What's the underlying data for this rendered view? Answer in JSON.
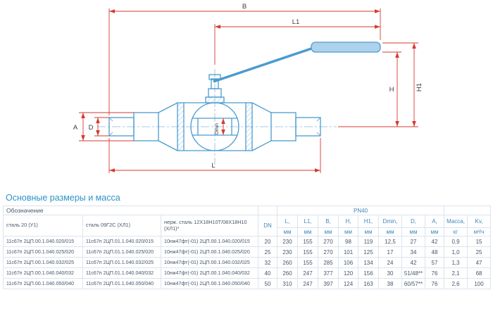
{
  "drawing": {
    "dim_labels": {
      "b": "B",
      "l1": "L1",
      "h": "H",
      "h1": "H1",
      "a": "A",
      "d": "D",
      "dmin": "Dmin",
      "l": "L"
    },
    "colors": {
      "dimension": "#d63a2f",
      "body": "#4a9bd0"
    }
  },
  "table": {
    "title": "Основные размеры и масса",
    "columns": {
      "designation": "Обозначение",
      "pn40": "PN40",
      "steel": [
        "сталь 20 (У1)",
        "сталь 09Г2С (ХЛ1)",
        "нерж. сталь 12Х18Н10Т/08Х18Н10 (ХЛ1)*"
      ],
      "dn": "DN",
      "dims": [
        "L,",
        "L1,",
        "B,",
        "H,",
        "H1,",
        "Dmin,",
        "D,",
        "A,"
      ],
      "mm": "мм",
      "mass": "Масса,",
      "kg": "кг",
      "kv": "Kv,",
      "kv_unit": "м³/ч"
    },
    "rows": [
      [
        "11с67п 2ЦП.00.1.040.020/015",
        "11с67п 2ЦП.01.1.040.020/015",
        "10нж47фт(-01) 2ЦП.00.1.040.020/015",
        "20",
        "230",
        "155",
        "270",
        "98",
        "119",
        "12,5",
        "27",
        "42",
        "0,9",
        "15"
      ],
      [
        "11с67п 2ЦП.00.1.040.025/020",
        "11с67п 2ЦП.01.1.040.025/020",
        "10нж47фт(-01) 2ЦП.00.1.040.025/020",
        "25",
        "230",
        "155",
        "270",
        "101",
        "125",
        "17",
        "34",
        "48",
        "1,0",
        "25"
      ],
      [
        "11с67п 2ЦП.00.1.040.032/025",
        "11с67п 2ЦП.01.1.040.032/025",
        "10нж47фт(-01) 2ЦП.00.1.040.032/025",
        "32",
        "260",
        "155",
        "285",
        "106",
        "134",
        "24",
        "42",
        "57",
        "1,3",
        "47"
      ],
      [
        "11с67п 2ЦП.00.1.040.040/032",
        "11с67п 2ЦП.01.1.040.040/032",
        "10нж47фт(-01) 2ЦП.00.1.040.040/032",
        "40",
        "260",
        "247",
        "377",
        "120",
        "156",
        "30",
        "51/48**",
        "76",
        "2,1",
        "68"
      ],
      [
        "11с67п 2ЦП.00.1.040.050/040",
        "11с67п 2ЦП.01.1.040.050/040",
        "10нж47фт(-01) 2ЦП.00.1.040.050/040",
        "50",
        "310",
        "247",
        "397",
        "124",
        "163",
        "38",
        "60/57**",
        "76",
        "2,6",
        "100"
      ]
    ]
  }
}
